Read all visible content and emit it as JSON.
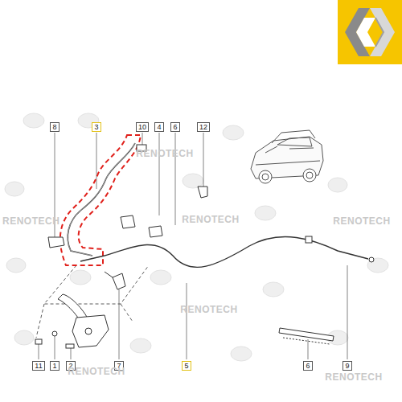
{
  "diagram": {
    "labels": [
      "8",
      "3",
      "10",
      "4",
      "6",
      "12",
      "11",
      "1",
      "2",
      "7",
      "5",
      "6",
      "9",
      "RENOTECH",
      "RENOTECH",
      "RENOTECH",
      "RENOTECH",
      "RENOTECH",
      "RENOTECH",
      "RENOTECH"
    ]
  }
}
